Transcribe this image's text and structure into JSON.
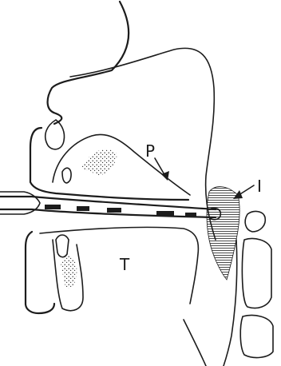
{
  "labels": {
    "p": "P",
    "i": "I",
    "t": "T"
  },
  "colors": {
    "ink": "#1c1c1c",
    "paper": "#ffffff"
  }
}
